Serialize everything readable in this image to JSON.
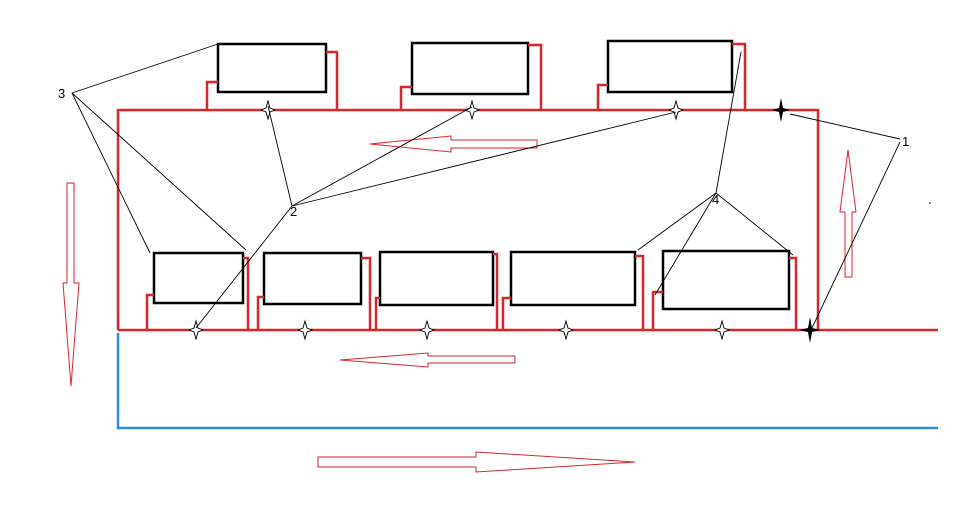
{
  "labels": {
    "label_1": "1",
    "label_2": "2",
    "label_3": "3",
    "label_4": "4"
  },
  "colors": {
    "supply_pipe": "#d9262e",
    "return_pipe": "#2a8fd6",
    "radiator_outline": "#000000"
  },
  "icons": {
    "shutoff_valve": "valve-icon",
    "balancing_valve": "valve-icon",
    "flow_direction": "arrow-icon"
  }
}
